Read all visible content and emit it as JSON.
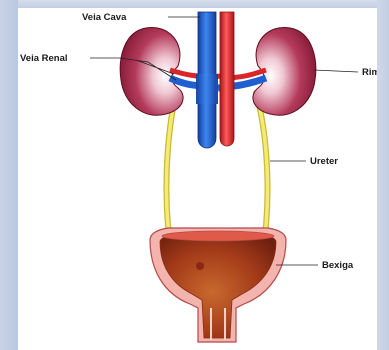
{
  "diagram": {
    "labels": {
      "vena_cava": "Veia Cava",
      "renal_vein": "Veia Renal",
      "kidney": "Rim",
      "ureter": "Ureter",
      "bladder": "Bexiga"
    },
    "colors": {
      "vein": "#1f5fd0",
      "artery": "#e2242b",
      "kidney": "#9c1f3e",
      "ureter": "#f2e663",
      "bladder_outer": "#f2a6a0",
      "bladder_inner": "#a63a1a"
    }
  }
}
